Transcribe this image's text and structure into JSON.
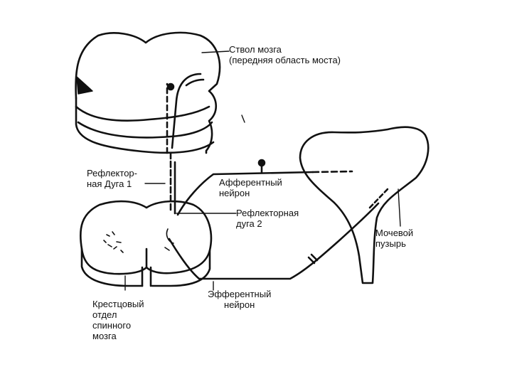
{
  "labels": {
    "brainstem": [
      "Ствол мозга",
      "(передняя область моста)"
    ],
    "reflex_arc_1": [
      "Рефлектор-",
      "ная Дуга 1"
    ],
    "afferent_neuron": [
      "Афферентный",
      "нейрон"
    ],
    "reflex_arc_2": [
      "Рефлекторная",
      "дуга 2"
    ],
    "bladder": [
      "Мочевой",
      "пузырь"
    ],
    "efferent_neuron": [
      "Эфферентный",
      "нейрон"
    ],
    "sacral_cord": [
      "Крестцовый",
      "отдел",
      "спинного",
      "мозга"
    ]
  },
  "colors": {
    "ink": "#111111",
    "background": "#ffffff"
  }
}
